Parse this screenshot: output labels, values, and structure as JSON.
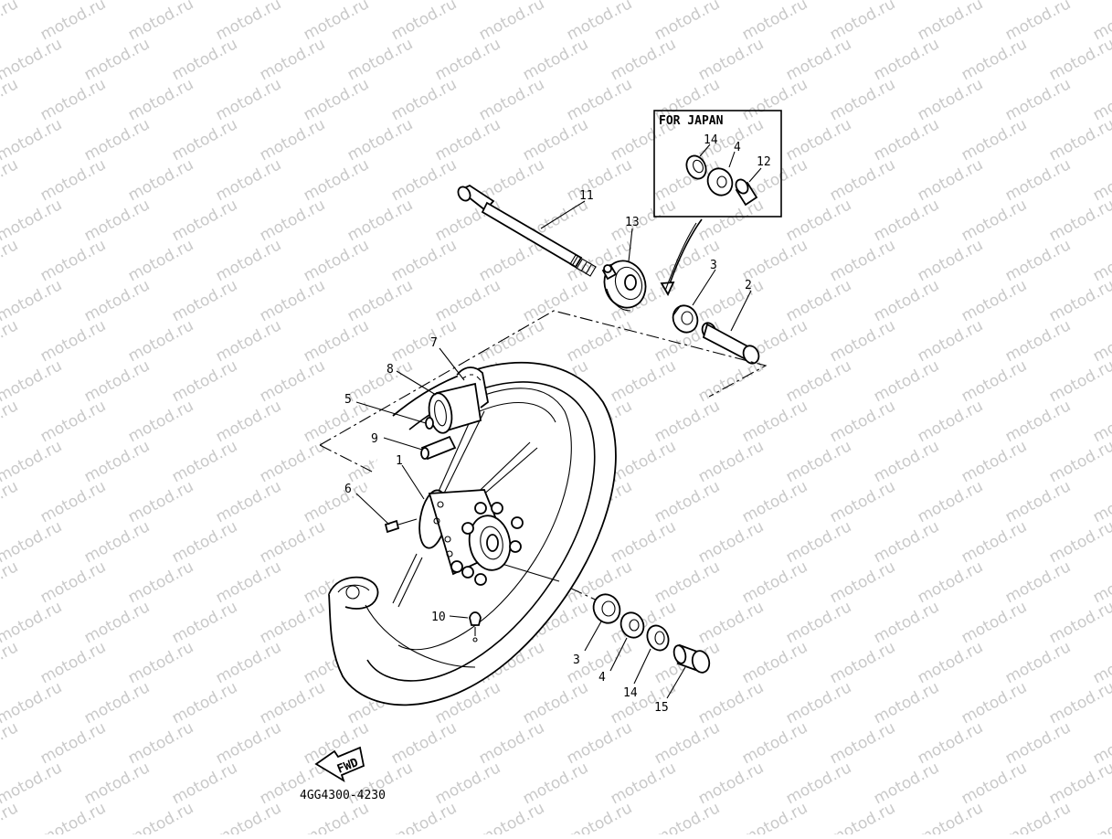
{
  "watermark": {
    "text": "motod.ru"
  },
  "inset": {
    "title": "FOR JAPAN"
  },
  "drawing_number": "4GG4300-4230",
  "fwd_label": "FWD",
  "callouts": {
    "c11": "11",
    "c13": "13",
    "c14a": "14",
    "c4a": "4",
    "c12": "12",
    "c3a": "3",
    "c2": "2",
    "c7": "7",
    "c8": "8",
    "c5": "5",
    "c9": "9",
    "c1": "1",
    "c6": "6",
    "c10": "10",
    "c3b": "3",
    "c4b": "4",
    "c14b": "14",
    "c15": "15"
  }
}
